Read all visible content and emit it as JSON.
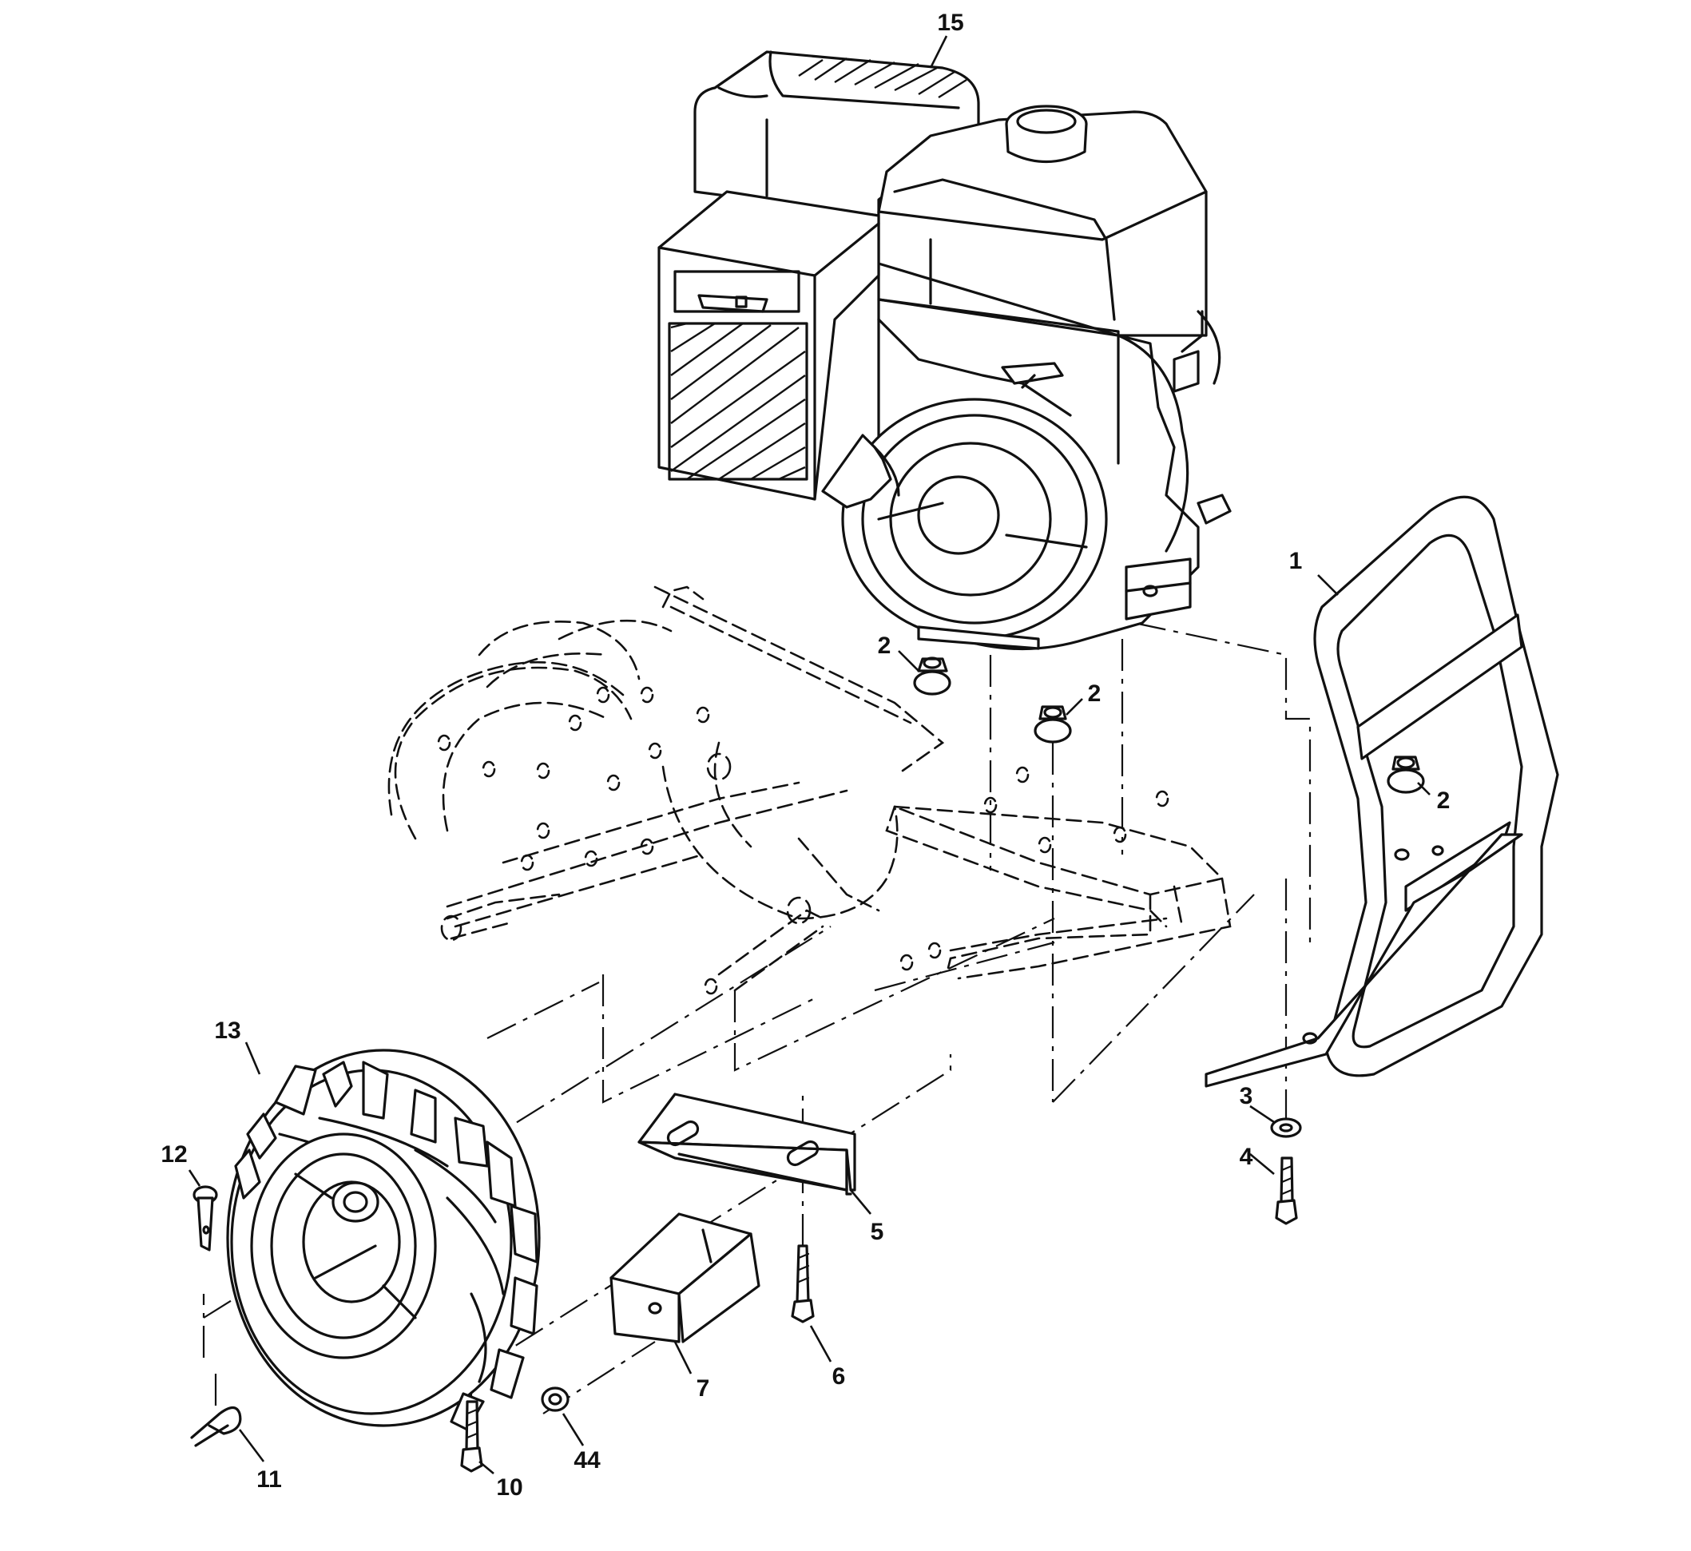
{
  "callouts": {
    "c15": "15",
    "c1": "1",
    "c2a": "2",
    "c2b": "2",
    "c2c": "2",
    "c13": "13",
    "c12": "12",
    "c11": "11",
    "c10": "10",
    "c44": "44",
    "c7": "7",
    "c6": "6",
    "c5": "5",
    "c3": "3",
    "c4": "4"
  }
}
